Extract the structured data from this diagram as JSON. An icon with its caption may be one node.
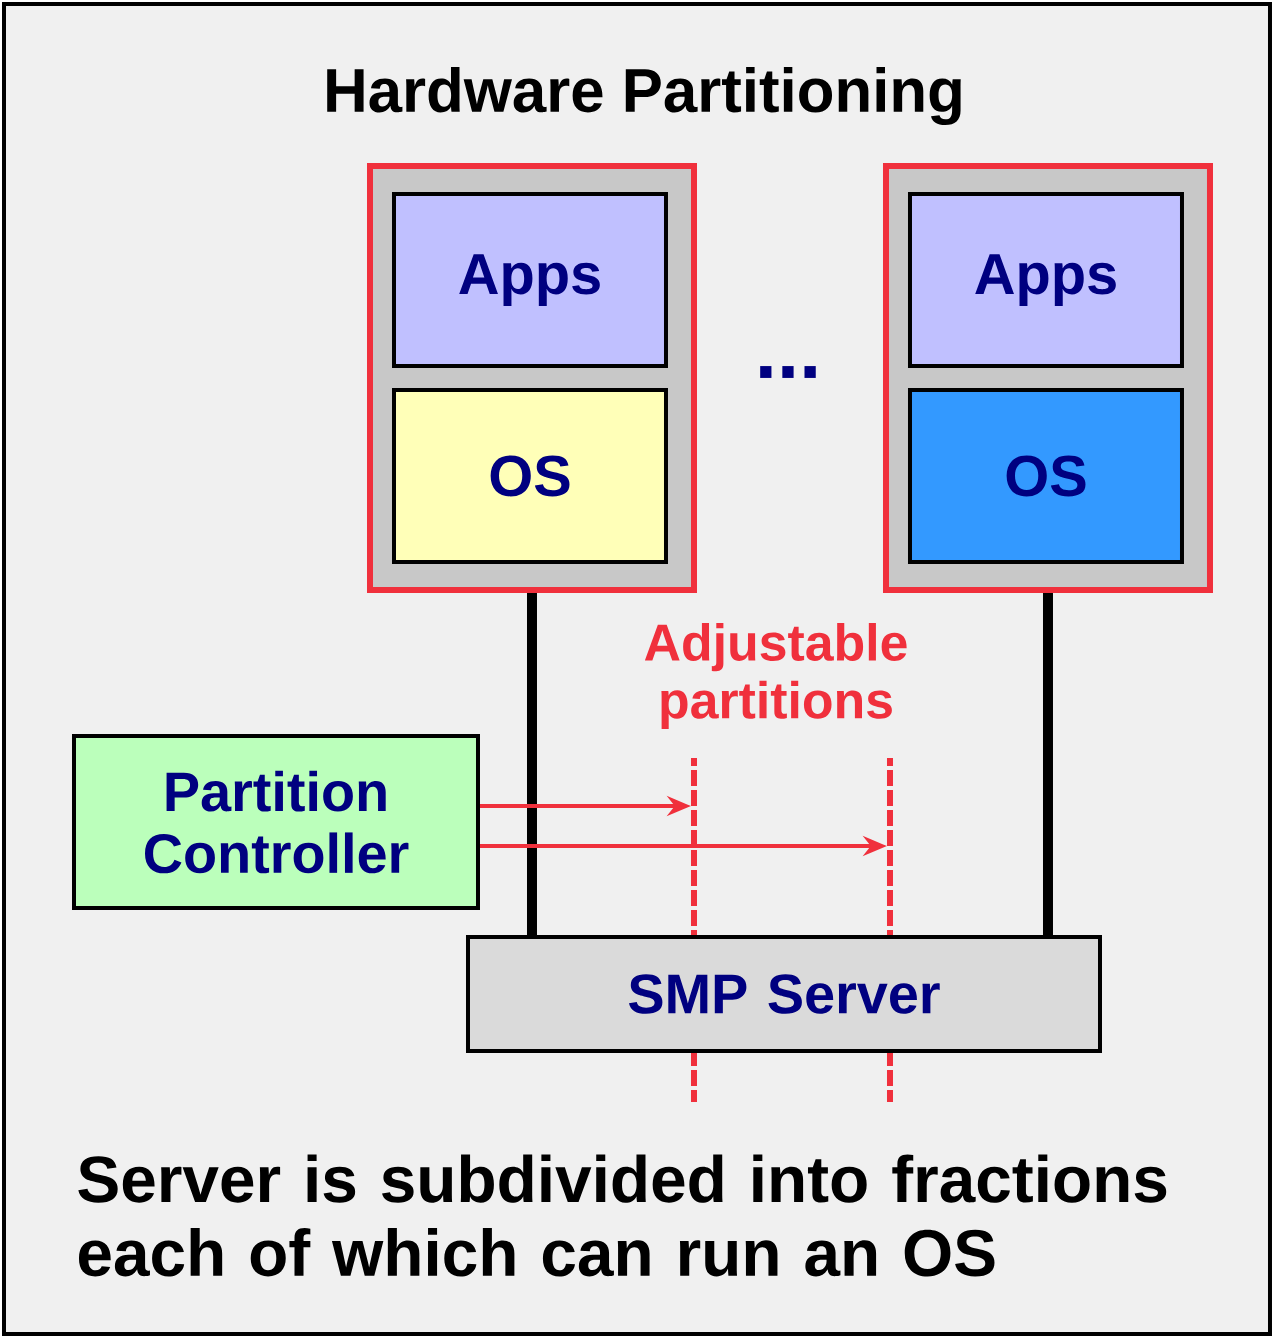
{
  "diagram": {
    "title": "Hardware Partitioning",
    "caption": "Server is subdivided into fractions each of which can run an OS",
    "nodes": [
      {
        "text": [],
        "shape": "box"
      },
      {
        "text": [
          "Apps"
        ],
        "in": 0
      },
      {
        "text": [
          "OS"
        ],
        "in": 0
      },
      {
        "text": [],
        "shape": "box"
      },
      {
        "text": [
          "Apps"
        ],
        "in": 3
      },
      {
        "text": [
          "OS"
        ],
        "in": 3
      },
      {
        "text": [
          "Partition Controller"
        ]
      },
      {
        "text": [
          "SMP Server"
        ]
      },
      {
        "text": [],
        "shape": "line"
      },
      {
        "text": [],
        "shape": "line"
      }
    ],
    "edges": [
      {
        "from": 0,
        "to": 7,
        "arrow": "none",
        "style": "thick",
        "color": "#000000"
      },
      {
        "from": 3,
        "to": 7,
        "arrow": "none",
        "style": "thick",
        "color": "#000000"
      },
      {
        "from": 6,
        "to": 8,
        "arrow": "to",
        "color": "#f0303c"
      },
      {
        "from": 6,
        "to": 9,
        "arrow": "to",
        "color": "#f0303c"
      }
    ],
    "labels": [
      "...",
      "Adjustable partitions"
    ]
  }
}
